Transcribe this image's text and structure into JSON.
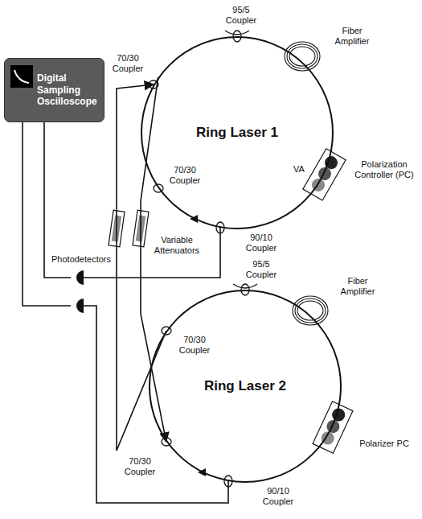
{
  "diagram": {
    "nodes": [
      {
        "text": [
          "Digital Sampling Oscilloscope"
        ]
      },
      {
        "text": [
          "Ring Laser 1"
        ]
      },
      {
        "text": [
          "Ring Laser 2"
        ]
      }
    ],
    "edges": [
      {
        "from": 1,
        "to": 2,
        "arrow": "to"
      },
      {
        "from": 2,
        "to": 1,
        "arrow": "to"
      }
    ],
    "labels": [
      "95/5 Coupler",
      "Fiber Amplifier",
      "70/30 Coupler",
      "Polarization Controller (PC)",
      "VA",
      "70/30 Coupler",
      "Variable Attenuators",
      "90/10 Coupler",
      "Photodetectors",
      "95/5 Coupler",
      "Fiber Amplifier",
      "70/30 Coupler",
      "Polarizer PC",
      "70/30 Coupler",
      "90/10 Coupler"
    ]
  }
}
